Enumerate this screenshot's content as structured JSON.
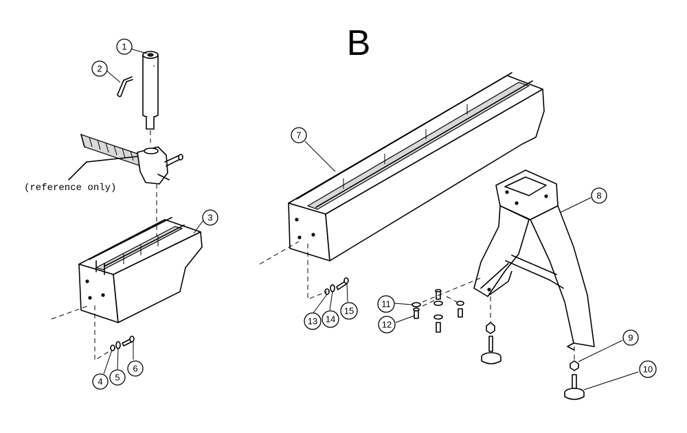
{
  "title": "B",
  "reference_note": "(reference only)",
  "callouts": [
    {
      "id": "1",
      "label": "1"
    },
    {
      "id": "2",
      "label": "2"
    },
    {
      "id": "3",
      "label": "3"
    },
    {
      "id": "4",
      "label": "4"
    },
    {
      "id": "5",
      "label": "5"
    },
    {
      "id": "6",
      "label": "6"
    },
    {
      "id": "7",
      "label": "7"
    },
    {
      "id": "8",
      "label": "8"
    },
    {
      "id": "9",
      "label": "9"
    },
    {
      "id": "10",
      "label": "10"
    },
    {
      "id": "11",
      "label": "11"
    },
    {
      "id": "12",
      "label": "12"
    },
    {
      "id": "13",
      "label": "13"
    },
    {
      "id": "14",
      "label": "14"
    },
    {
      "id": "15",
      "label": "15"
    }
  ]
}
